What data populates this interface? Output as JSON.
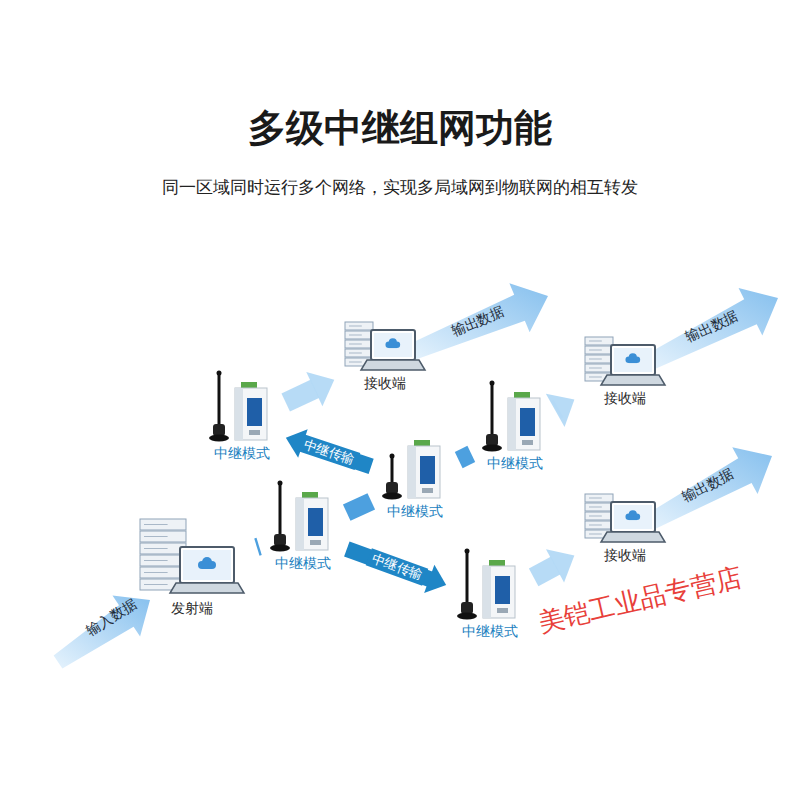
{
  "diagram": {
    "title": "多级中继组网功能",
    "nodes": [
      {
        "text": [
          "发射端"
        ]
      },
      {
        "text": [
          "中继模式"
        ]
      },
      {
        "text": [
          "中继模式"
        ]
      },
      {
        "text": [
          "中继模式"
        ]
      },
      {
        "text": [
          "中继模式"
        ]
      },
      {
        "text": [
          "中继模式"
        ]
      },
      {
        "text": [
          "接收端"
        ]
      },
      {
        "text": [
          "接收端"
        ]
      },
      {
        "text": [
          "接收端"
        ]
      }
    ],
    "edges": [
      {
        "from": 0,
        "to": 1,
        "arrow": "none"
      },
      {
        "from": 1,
        "to": 2,
        "arrow": "none"
      },
      {
        "from": 2,
        "to": 4,
        "arrow": "none"
      },
      {
        "from": 2,
        "to": 3,
        "label": "中继传输",
        "arrow": "to"
      },
      {
        "from": 1,
        "to": 5,
        "label": "中继传输",
        "arrow": "to"
      },
      {
        "from": 3,
        "to": 6,
        "arrow": "to"
      },
      {
        "from": 4,
        "to": 7,
        "arrow": "to"
      },
      {
        "from": 5,
        "to": 8,
        "arrow": "to"
      }
    ],
    "labels": [
      "同一区域同时运行多个网络，实现多局域网到物联网的相互转发",
      "输入数据",
      "输出数据",
      "输出数据",
      "输出数据",
      "美铠工业品专营店"
    ]
  }
}
